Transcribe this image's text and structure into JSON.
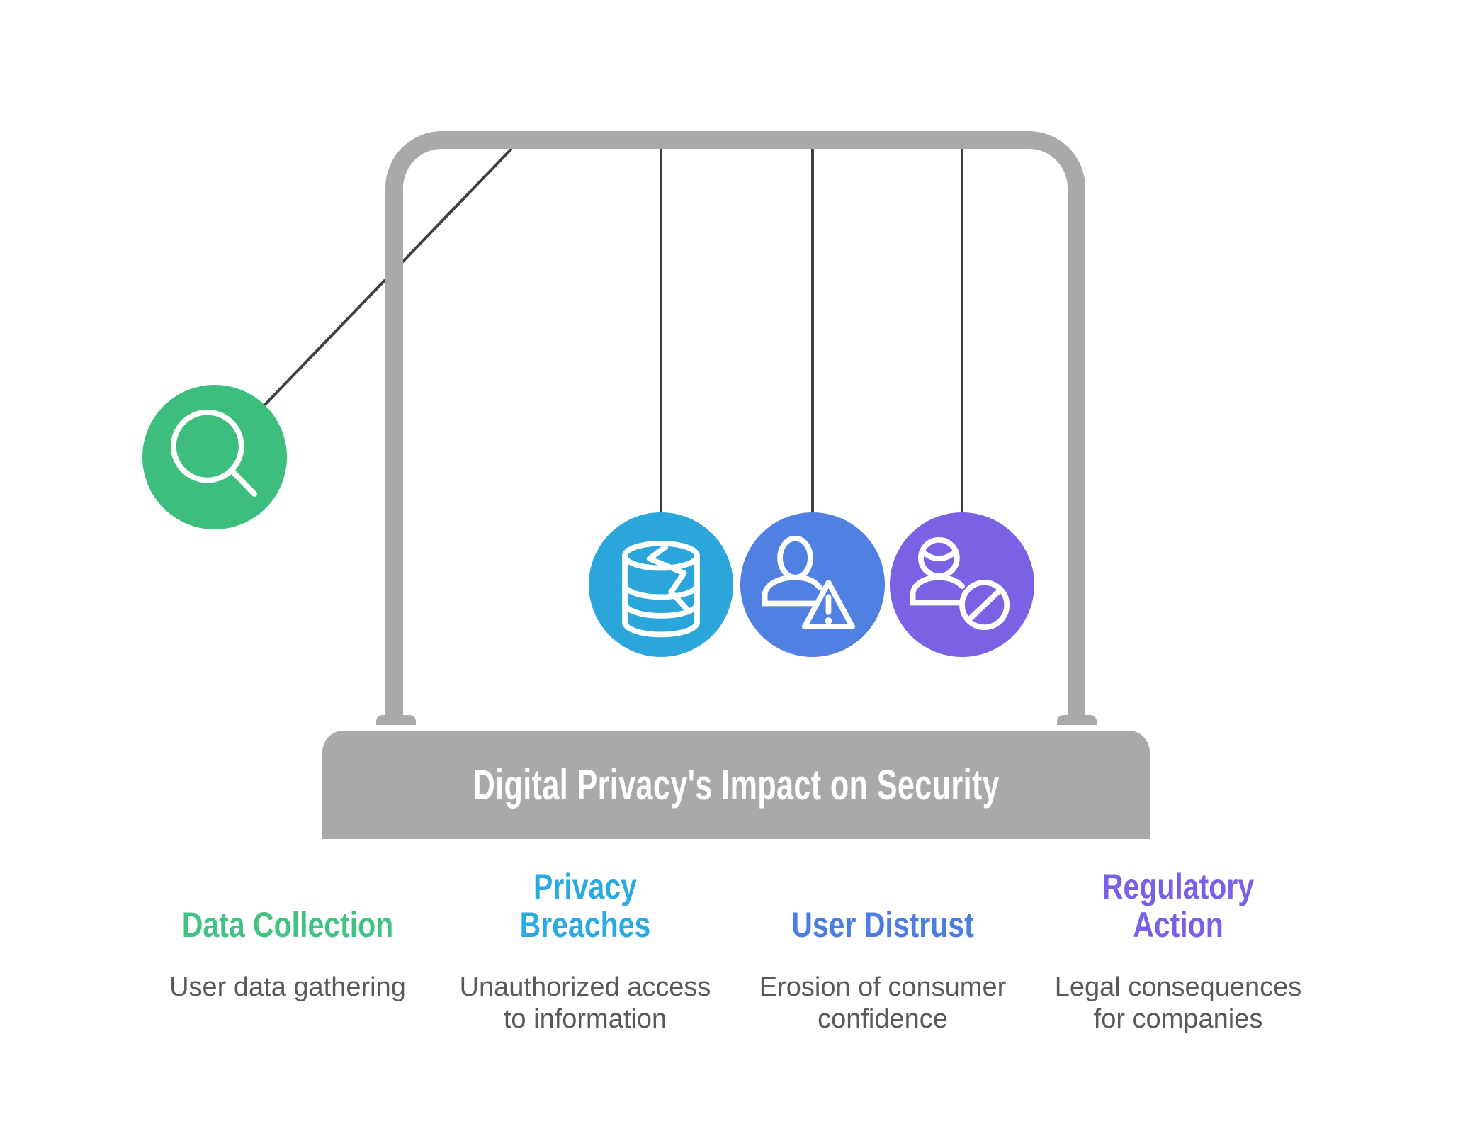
{
  "title": "Digital Privacy's Impact on Security",
  "colors": {
    "frame": "#a9a9a9",
    "string": "#3f3f3f",
    "title_text": "#ffffff",
    "body_text": "#58595b"
  },
  "pendulum": {
    "balls": [
      {
        "name": "data-collection",
        "icon": "search-icon",
        "color": "#3ebe7e",
        "state": "swung-out"
      },
      {
        "name": "privacy-breaches",
        "icon": "broken-database-icon",
        "color": "#2aa6da",
        "state": "hanging"
      },
      {
        "name": "user-distrust",
        "icon": "user-warning-icon",
        "color": "#5080e2",
        "state": "hanging"
      },
      {
        "name": "regulatory-action",
        "icon": "user-blocked-icon",
        "color": "#7b62e4",
        "state": "hanging"
      }
    ]
  },
  "columns": [
    {
      "heading": "Data Collection",
      "color": "#3fc380",
      "description": "User data gathering"
    },
    {
      "heading": "Privacy\nBreaches",
      "color": "#29abe2",
      "description": "Unauthorized access\nto information"
    },
    {
      "heading": "User Distrust",
      "color": "#4a7ee2",
      "description": "Erosion of consumer\nconfidence"
    },
    {
      "heading": "Regulatory\nAction",
      "color": "#7a5fe8",
      "description": "Legal consequences\nfor companies"
    }
  ]
}
